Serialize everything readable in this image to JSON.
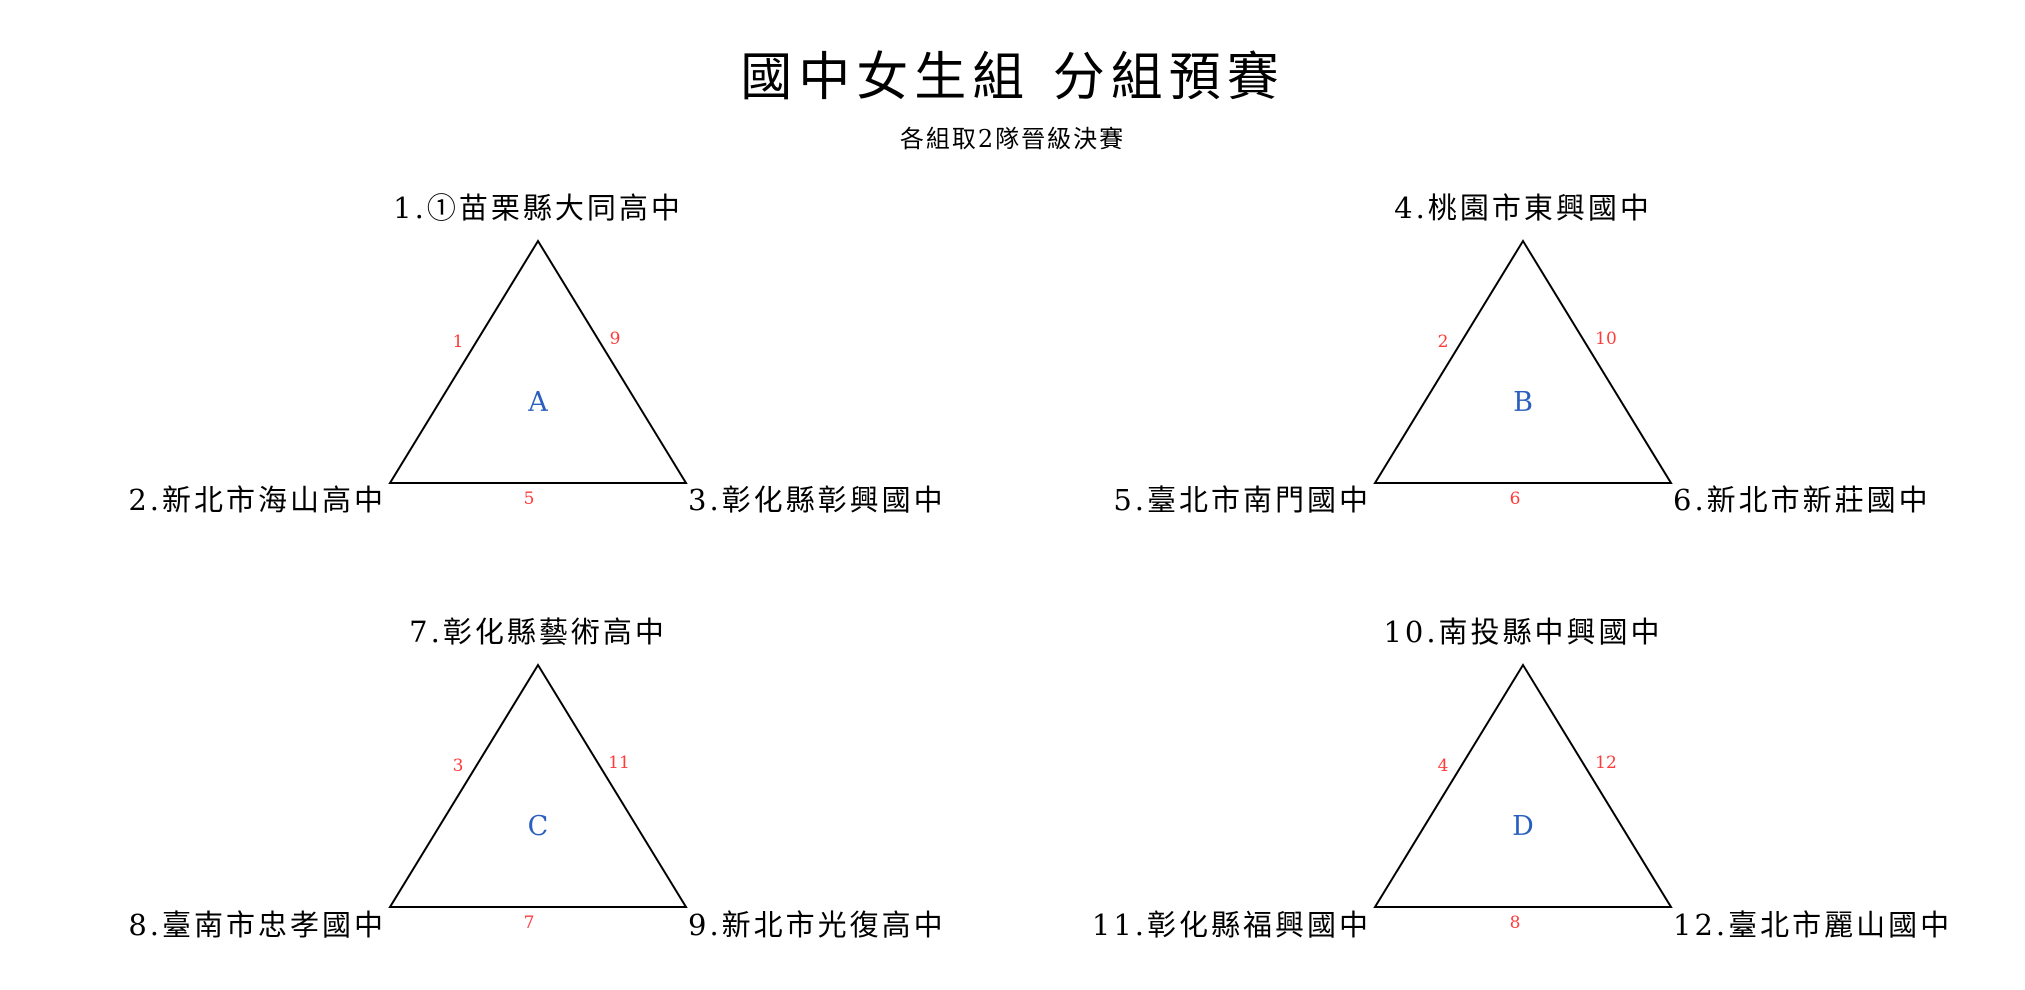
{
  "title": "國中女生組 分組預賽",
  "subtitle": "各組取2隊晉級決賽",
  "colors": {
    "match_number": "#ff3b3b",
    "group_letter": "#2b5fbf",
    "line": "#000000"
  },
  "groups": [
    {
      "letter": "A",
      "top_team": "1.①苗栗縣大同高中",
      "left_team": "2.新北市海山高中",
      "right_team": "3.彰化縣彰興國中",
      "left_edge_match": "1",
      "right_edge_match": "9",
      "bottom_edge_match": "5"
    },
    {
      "letter": "B",
      "top_team": "4.桃園市東興國中",
      "left_team": "5.臺北市南門國中",
      "right_team": "6.新北市新莊國中",
      "left_edge_match": "2",
      "right_edge_match": "10",
      "bottom_edge_match": "6"
    },
    {
      "letter": "C",
      "top_team": "7.彰化縣藝術高中",
      "left_team": "8.臺南市忠孝國中",
      "right_team": "9.新北市光復高中",
      "left_edge_match": "3",
      "right_edge_match": "11",
      "bottom_edge_match": "7"
    },
    {
      "letter": "D",
      "top_team": "10.南投縣中興國中",
      "left_team": "11.彰化縣福興國中",
      "right_team": "12.臺北市麗山國中",
      "left_edge_match": "4",
      "right_edge_match": "12",
      "bottom_edge_match": "8"
    }
  ]
}
